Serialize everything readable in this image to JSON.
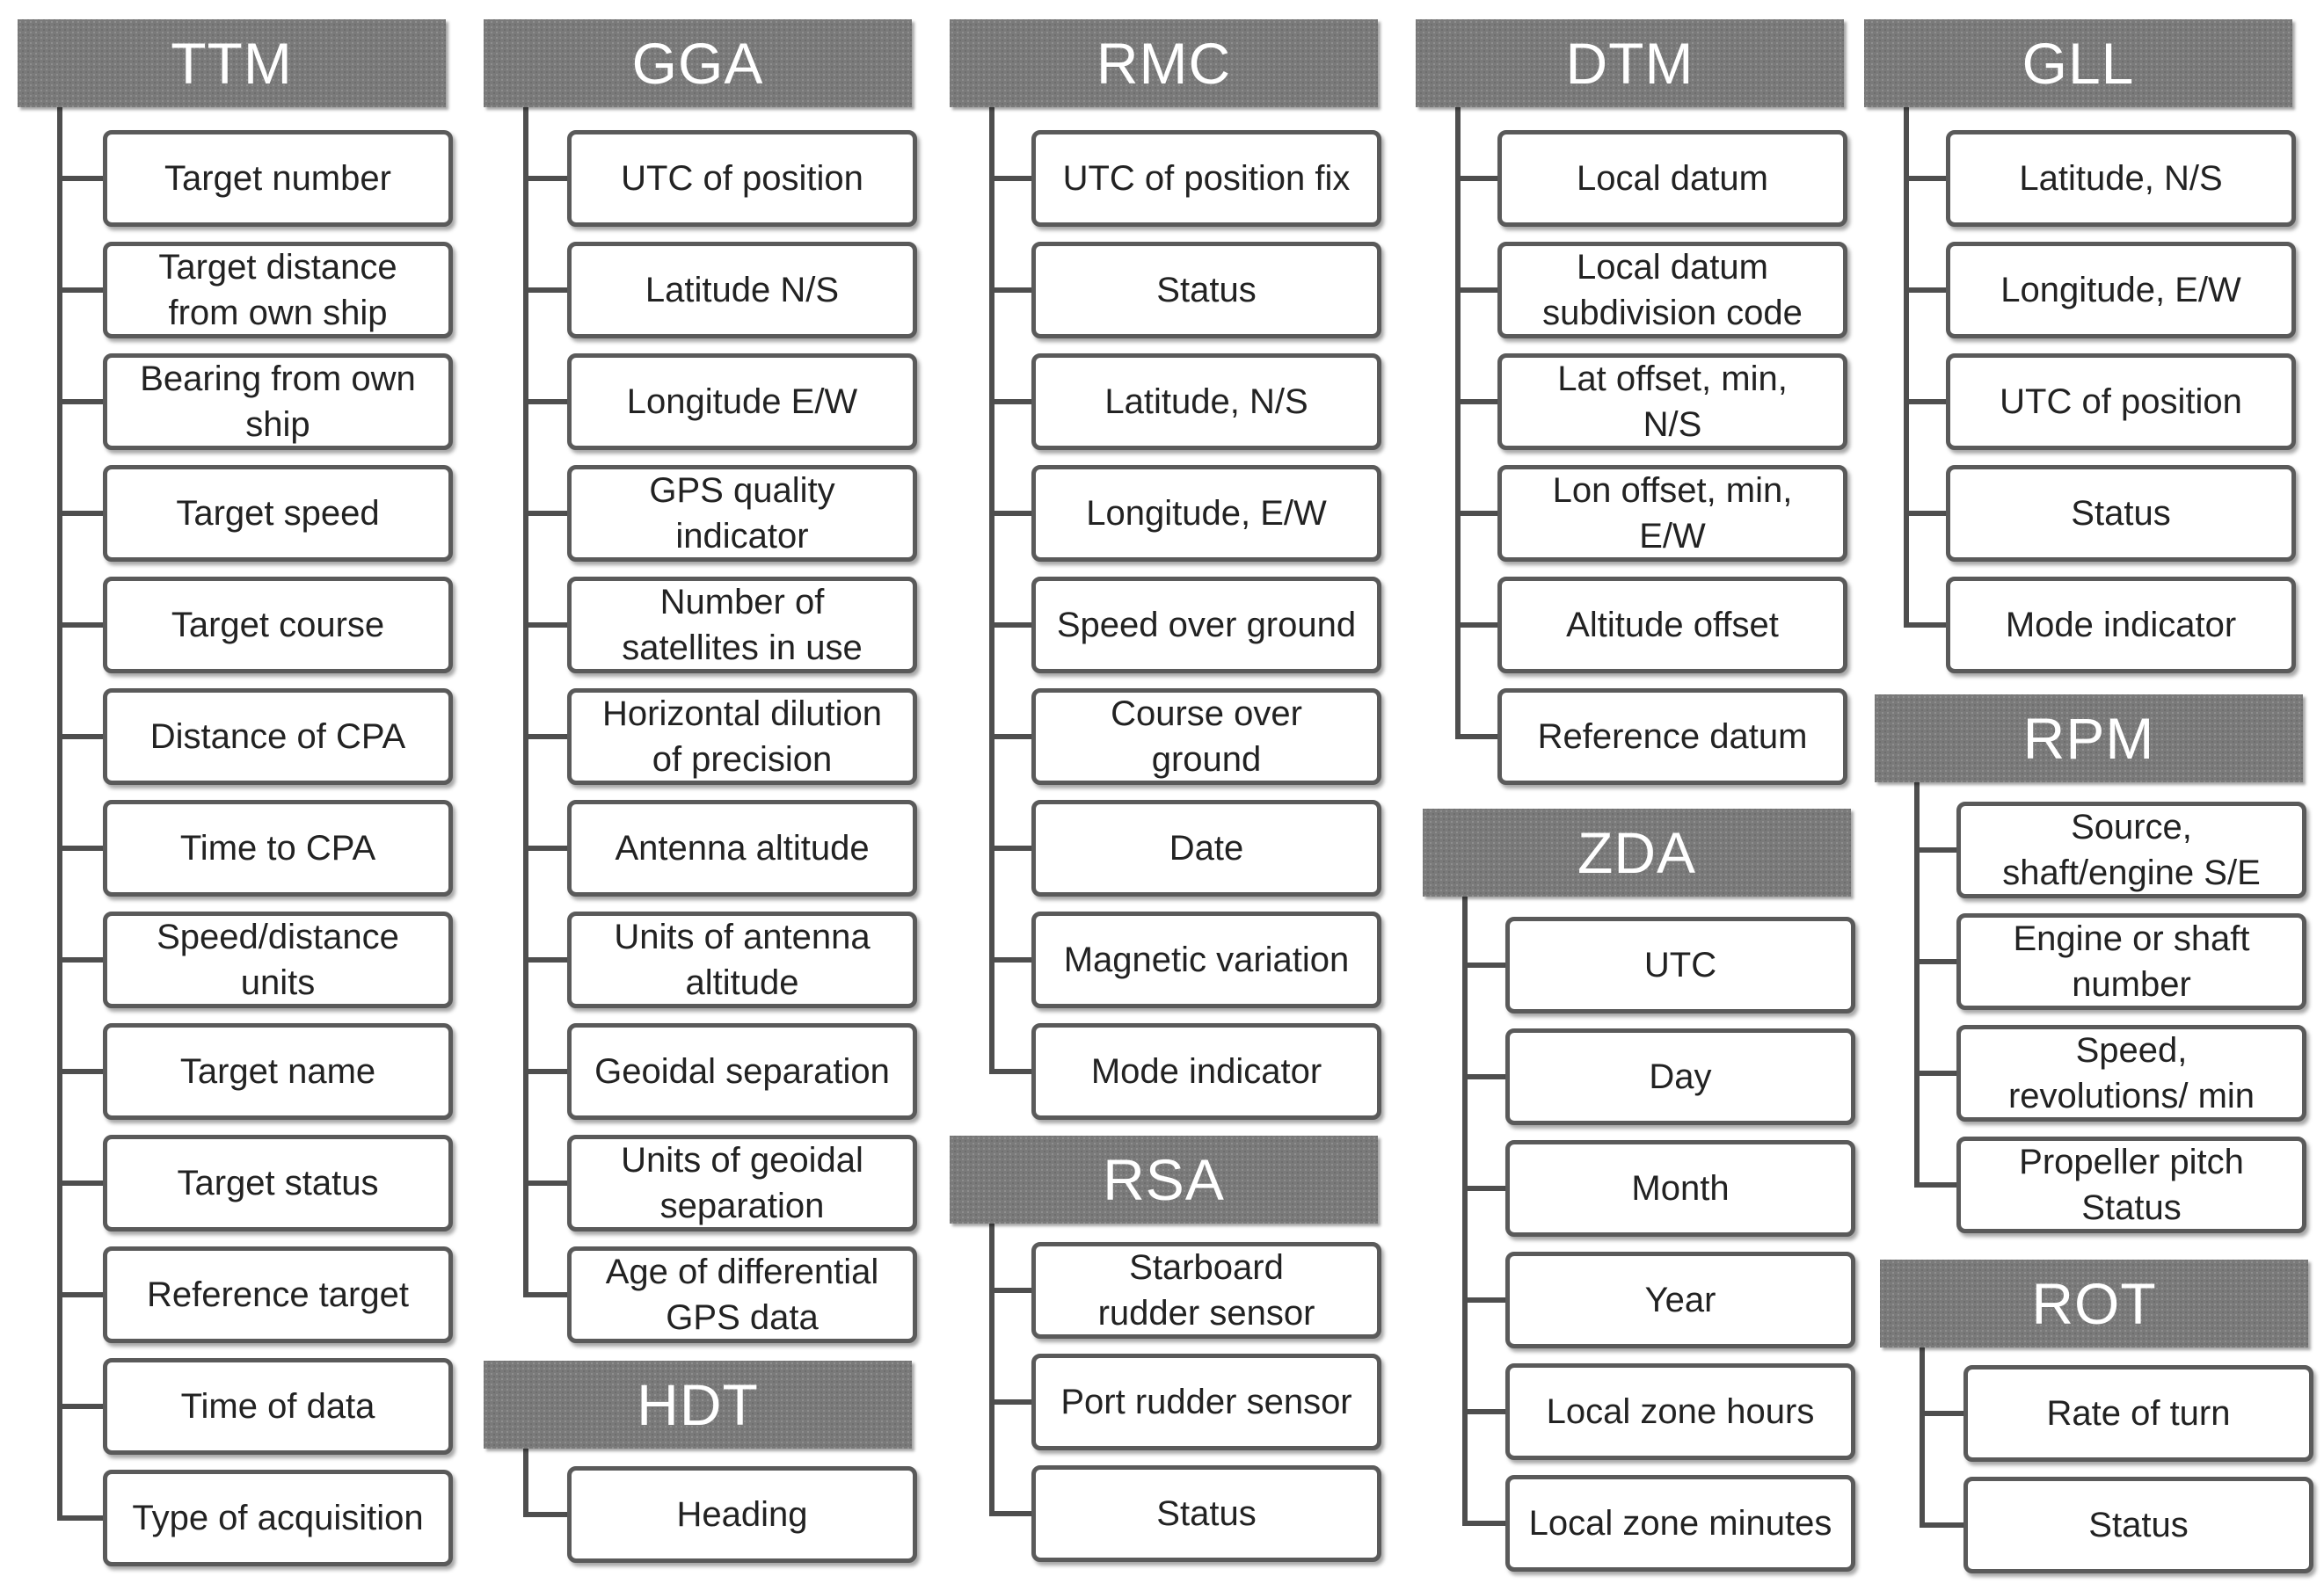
{
  "groups": [
    {
      "id": "ttm",
      "title": "TTM",
      "items": [
        "Target number",
        "Target distance\nfrom own ship",
        "Bearing from own\nship",
        "Target speed",
        "Target course",
        "Distance of CPA",
        "Time to CPA",
        "Speed/distance\nunits",
        "Target name",
        "Target status",
        "Reference target",
        "Time of data",
        "Type of acquisition"
      ]
    },
    {
      "id": "gga",
      "title": "GGA",
      "items": [
        "UTC of position",
        "Latitude N/S",
        "Longitude E/W",
        "GPS quality\nindicator",
        "Number of\nsatellites in use",
        "Horizontal dilution\nof precision",
        "Antenna altitude",
        "Units of antenna\naltitude",
        "Geoidal separation",
        "Units of geoidal\nseparation",
        "Age of differential\nGPS data"
      ]
    },
    {
      "id": "hdt",
      "title": "HDT",
      "items": [
        "Heading"
      ]
    },
    {
      "id": "rmc",
      "title": "RMC",
      "items": [
        "UTC of position fix",
        "Status",
        "Latitude, N/S",
        "Longitude, E/W",
        "Speed over ground",
        "Course over\nground",
        "Date",
        "Magnetic variation",
        "Mode indicator"
      ]
    },
    {
      "id": "rsa",
      "title": "RSA",
      "items": [
        "Starboard\nrudder sensor",
        "Port rudder sensor",
        "Status"
      ]
    },
    {
      "id": "dtm",
      "title": "DTM",
      "items": [
        "Local datum",
        "Local datum\nsubdivision code",
        "Lat offset, min,\nN/S",
        "Lon offset, min,\nE/W",
        "Altitude offset",
        "Reference datum"
      ]
    },
    {
      "id": "zda",
      "title": "ZDA",
      "items": [
        "UTC",
        "Day",
        "Month",
        "Year",
        "Local zone hours",
        "Local zone minutes"
      ]
    },
    {
      "id": "gll",
      "title": "GLL",
      "items": [
        "Latitude, N/S",
        "Longitude, E/W",
        "UTC of position",
        "Status",
        "Mode indicator"
      ]
    },
    {
      "id": "rpm",
      "title": "RPM",
      "items": [
        "Source,\nshaft/engine S/E",
        "Engine or shaft\nnumber",
        "Speed,\nrevolutions/ min",
        "Propeller pitch\nStatus"
      ]
    },
    {
      "id": "rot",
      "title": "ROT",
      "items": [
        "Rate of turn",
        "Status"
      ]
    }
  ]
}
